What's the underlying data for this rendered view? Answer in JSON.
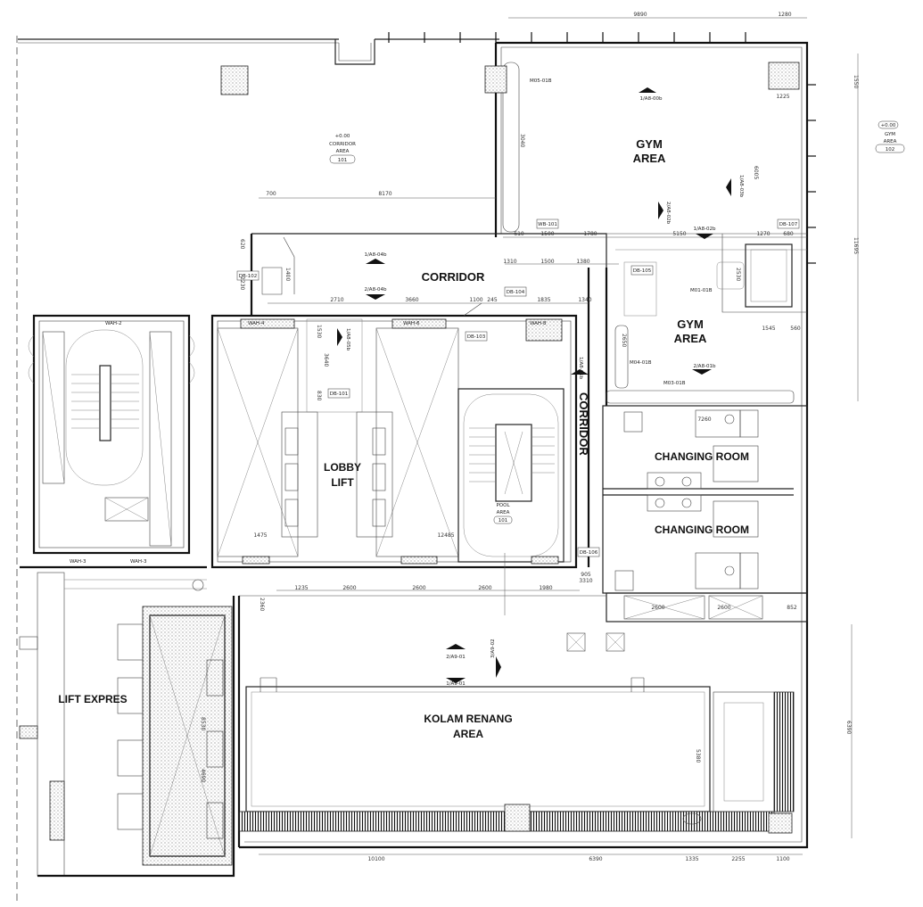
{
  "rooms": {
    "gym_area_upper": [
      "GYM",
      "AREA"
    ],
    "gym_area_lower": [
      "GYM",
      "AREA"
    ],
    "corridor_upper": "CORRIDOR",
    "corridor_vertical": "CORRIDOR",
    "lobby_lift": [
      "LOBBY",
      "LIFT"
    ],
    "changing_room_1": "CHANGING ROOM",
    "changing_room_2": "CHANGING ROOM",
    "lift_expres": "LIFT EXPRES",
    "kolam_renang_area": [
      "KOLAM RENANG",
      "AREA"
    ],
    "pool_area_small": [
      "POOL",
      "AREA"
    ]
  },
  "room_tags": {
    "corridor_area": {
      "level": "+0.00",
      "name": [
        "CORRIDOR",
        "AREA"
      ],
      "number": "101"
    },
    "gym_area": {
      "level": "+0.00",
      "name": [
        "GYM",
        "AREA"
      ],
      "number": "102"
    },
    "pool_area": {
      "number": "101"
    }
  },
  "section_marks": {
    "a8_00b": "1/A8-00b",
    "a8_04b_1": "1/A8-04b",
    "a8_04b_2": "2/A8-04b",
    "a8_02b_1": "1/A8-02b",
    "a8_02b_2": "2/A8-02b",
    "a8_01b": "2/A8-01b",
    "a8_05b": "1/A8-05b",
    "a8_05b_2": "1/A8-05b",
    "a9_01_1": "2/A9-01",
    "a9_01_2": "1/A9-01",
    "a9_02": "3/A9-02",
    "a8_03b": "1/A8-03b"
  },
  "wall_tags": {
    "wah2": "WAH-2",
    "wah4": "WAH-4",
    "wah6": "WAH-6",
    "wah8": "WAH-8",
    "wah3": "WAH-3",
    "wah3b": "WAH-3",
    "m05": "M05-01B",
    "m01": "M01-01B",
    "m04": "M04-01B",
    "m03": "M03-01B"
  },
  "door_tags": {
    "db102": "DB-102",
    "db103": "DB-103",
    "db104": "DB-104",
    "db101": "DB-101",
    "db105": "DB-105",
    "db106": "DB-106",
    "db107": "DB-107",
    "wb101": "WB-101"
  },
  "dimensions_top": [
    "9890",
    "1280"
  ],
  "dimensions_corridor": [
    "700",
    "8170"
  ],
  "dimensions_row1": [
    "1310",
    "1500",
    "1380"
  ],
  "dimensions_row2": [
    "2710",
    "3660",
    "1100",
    "245",
    "1835",
    "1340"
  ],
  "dimensions_gym": [
    "610",
    "1500",
    "1780",
    "5150",
    "1270",
    "680"
  ],
  "dimensions_pool_row": [
    "1235",
    "2600",
    "2600",
    "2600",
    "1980"
  ],
  "dimensions_bottom": [
    "10100",
    "6390",
    "1335",
    "2255",
    "1100"
  ],
  "dimensions_right": [
    "1550",
    "6005",
    "11695"
  ],
  "dimensions_misc": [
    "1225",
    "1545",
    "560",
    "1475",
    "12485",
    "2360",
    "905",
    "3310",
    "2600",
    "2600",
    "852",
    "7260",
    "6390",
    "5380",
    "8530",
    "4690",
    "3640",
    "1530",
    "1400",
    "2230",
    "620",
    "2650",
    "2530",
    "3040",
    "830"
  ],
  "colors": {
    "line": "#111111",
    "paper": "#ffffff"
  }
}
